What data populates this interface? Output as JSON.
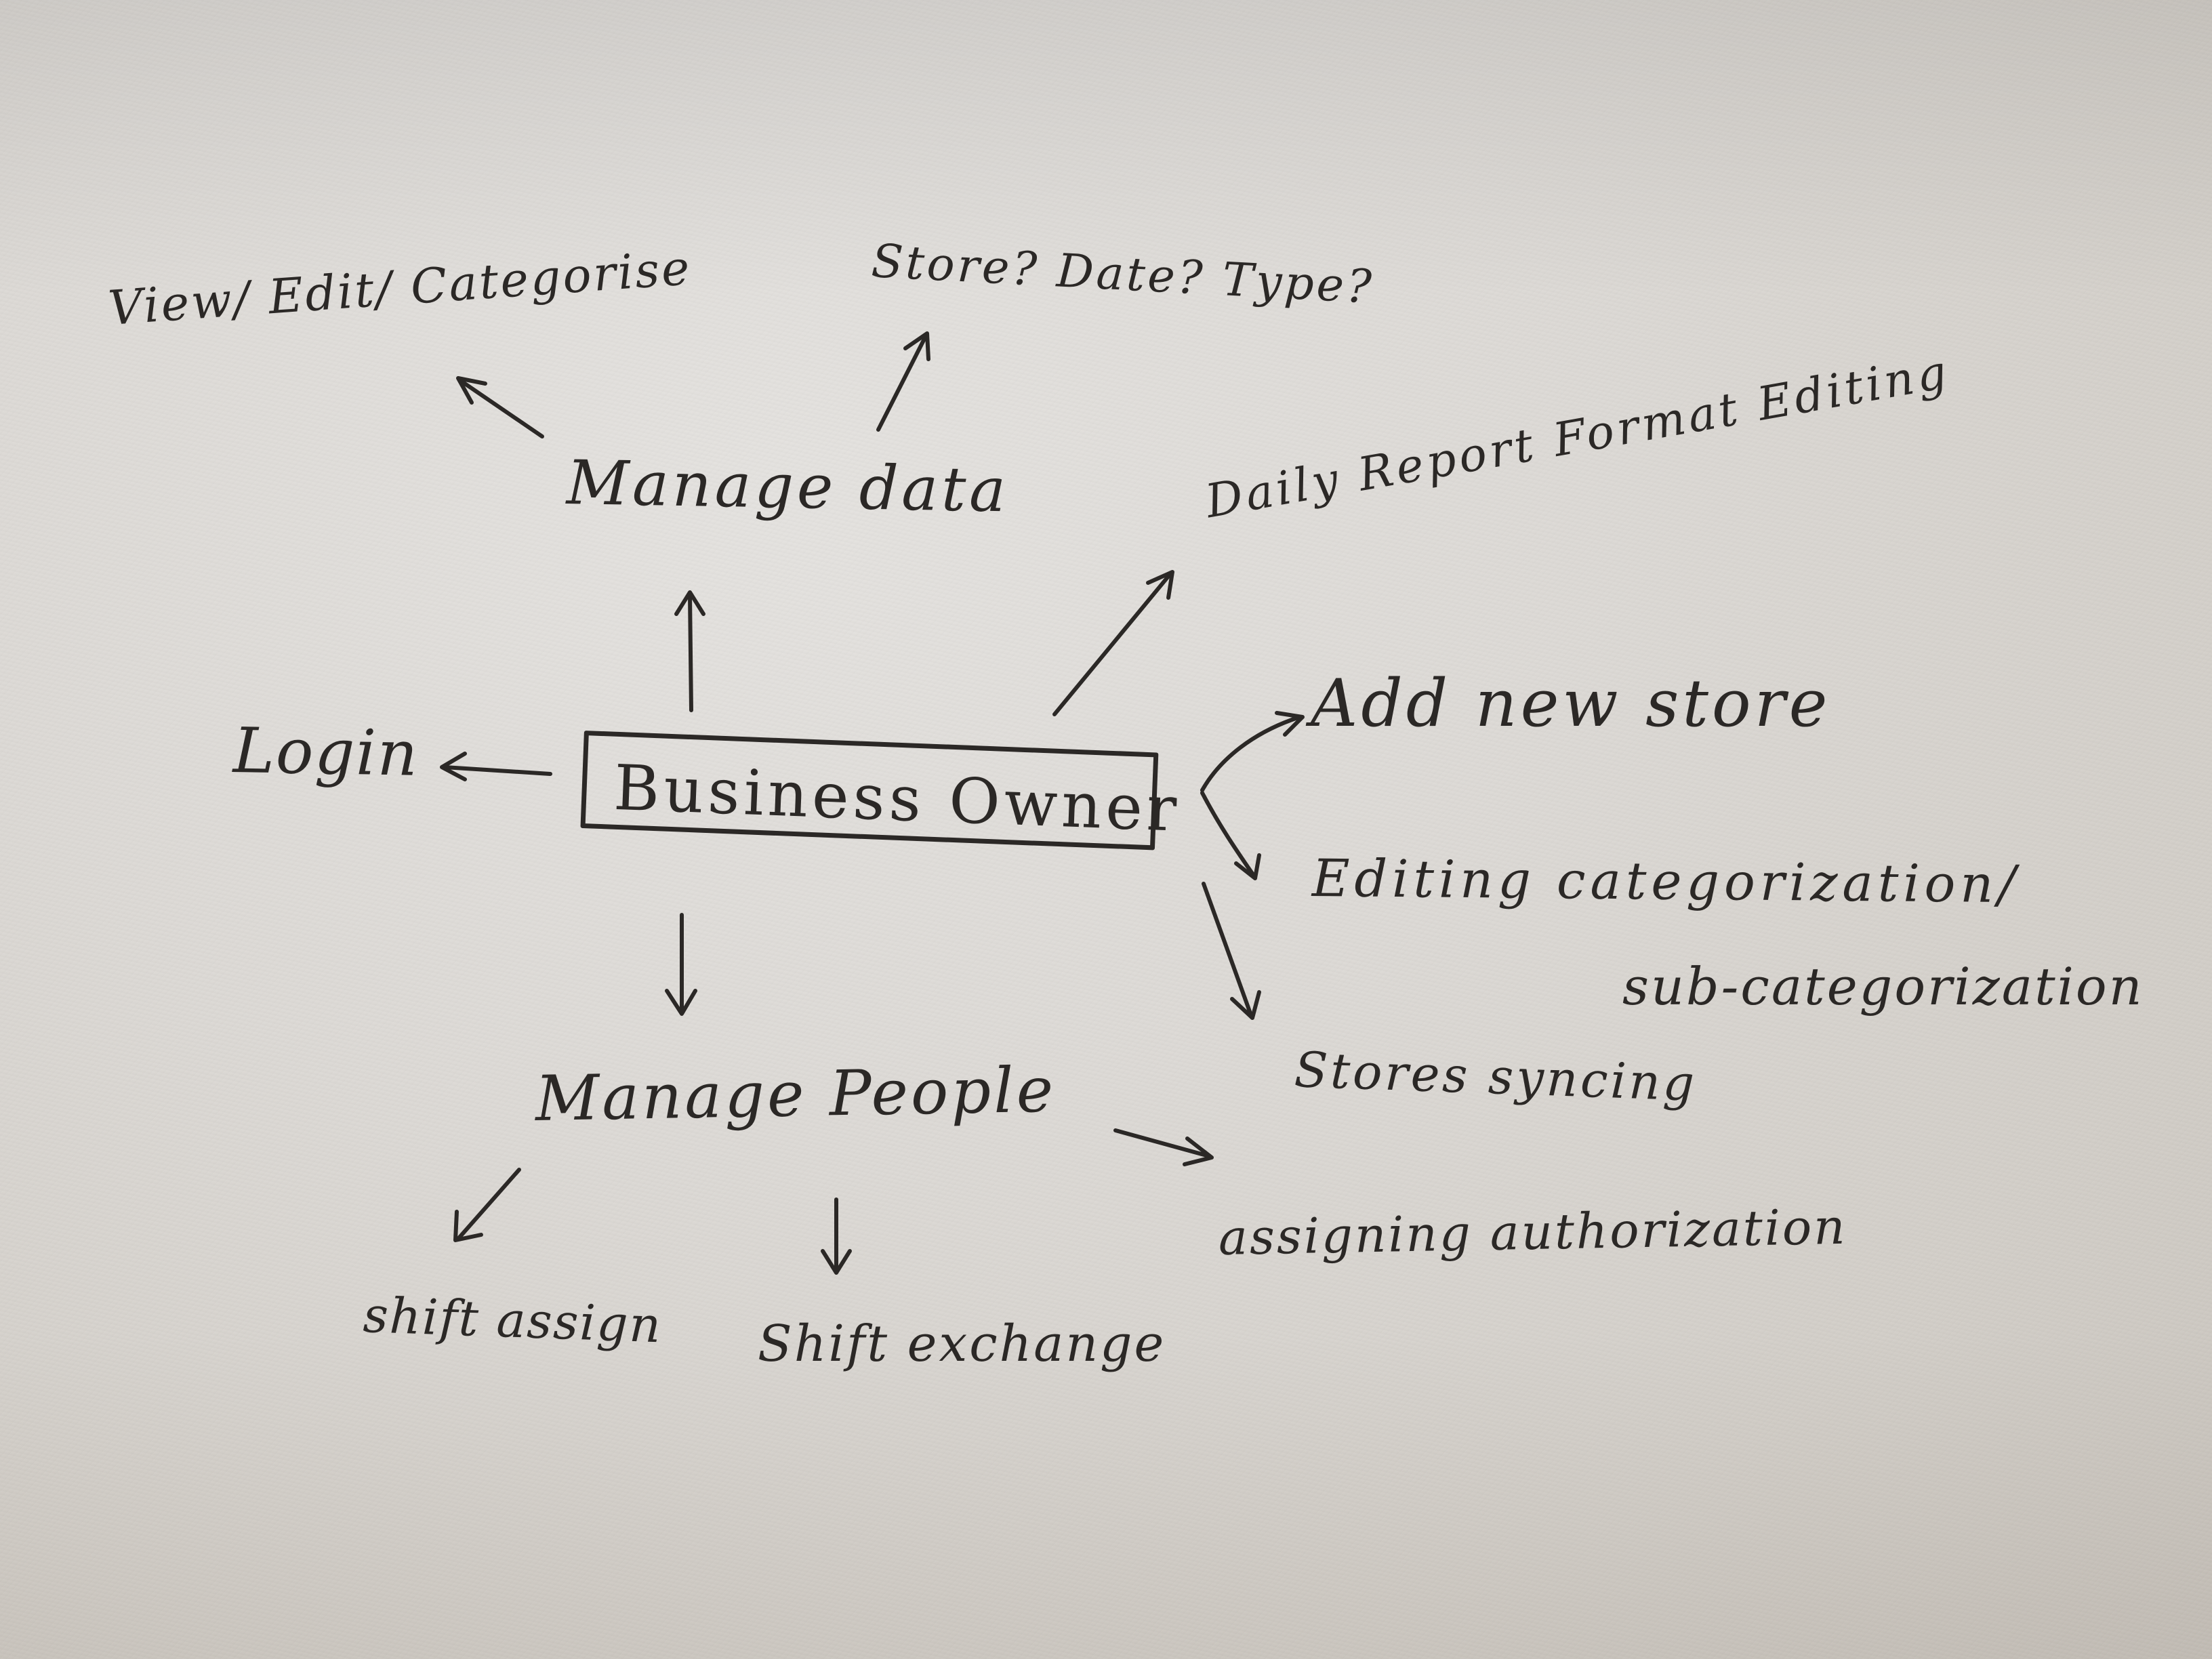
{
  "diagram": {
    "root": "Business Owner",
    "branches": {
      "login": "Login",
      "manage_data": {
        "label": "Manage data",
        "children": [
          "View/ Edit/ Categorise",
          "Store? Date? Type?"
        ]
      },
      "daily_report": "Daily Report Format Editing",
      "add_store": "Add new store",
      "editing_categorization": {
        "line1": "Editing categorization/",
        "line2": "sub-categorization"
      },
      "stores_syncing": "Stores syncing",
      "manage_people": {
        "label": "Manage People",
        "children": [
          "shift assign",
          "Shift exchange",
          "assigning authorization"
        ]
      }
    }
  },
  "colors": {
    "ink": "#2b2826",
    "paper": "#dcd9d5"
  }
}
